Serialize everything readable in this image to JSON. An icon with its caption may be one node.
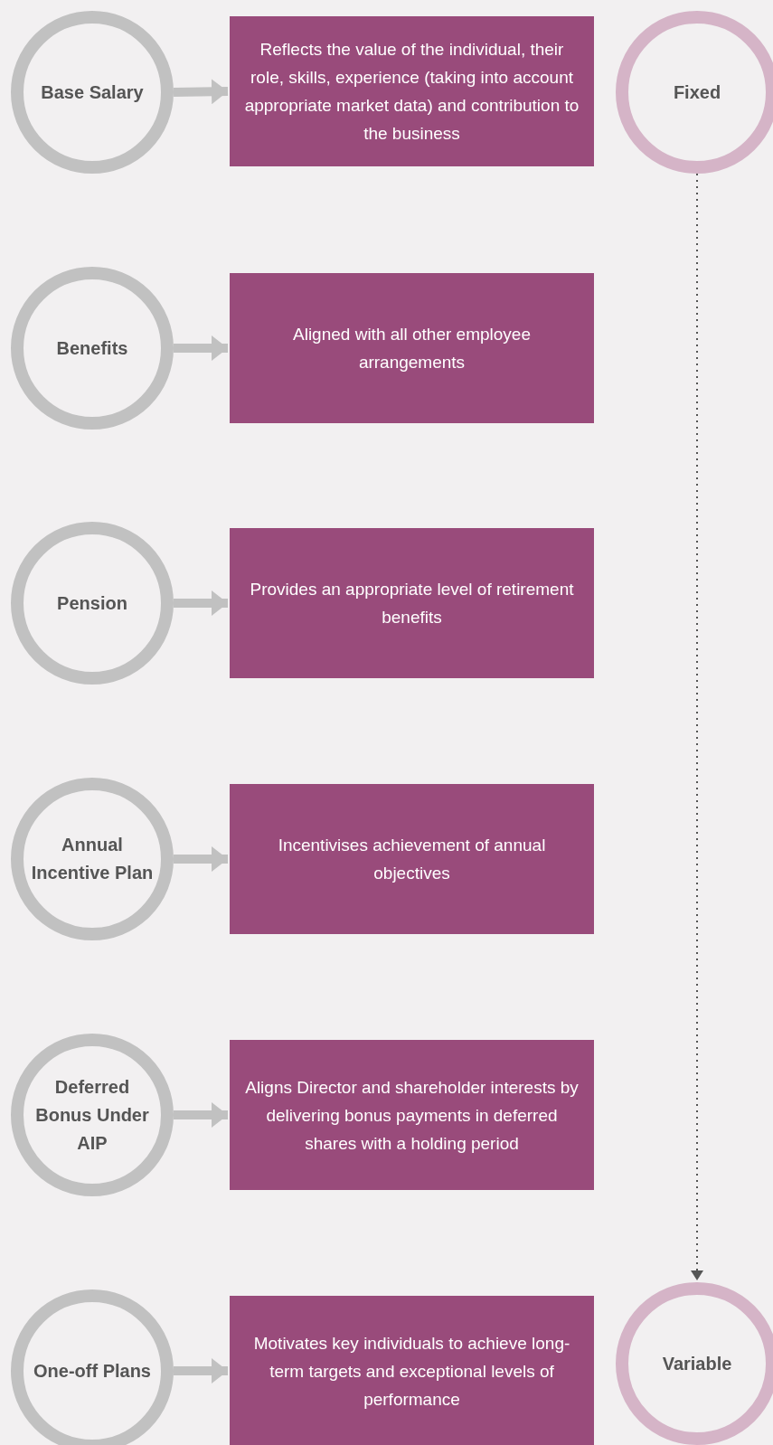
{
  "diagram": {
    "nodes": [
      {
        "text": [
          "Base Salary"
        ]
      },
      {
        "text": [
          "Reflects the value of the individual, their role, skills, experience (taking into account appropriate market data) and contribution to the business"
        ]
      },
      {
        "text": [
          "Fixed"
        ]
      },
      {
        "text": [
          "Benefits"
        ]
      },
      {
        "text": [
          "Aligned with all other employee arrangements"
        ]
      },
      {
        "text": [
          "Pension"
        ]
      },
      {
        "text": [
          "Provides an appropriate level of retirement benefits"
        ]
      },
      {
        "text": [
          "Annual Incentive Plan"
        ]
      },
      {
        "text": [
          "Incentivises achievement of annual objectives"
        ]
      },
      {
        "text": [
          "Deferred Bonus Under AIP"
        ]
      },
      {
        "text": [
          "Aligns Director and shareholder interests by delivering bonus payments in deferred shares with a holding period"
        ]
      },
      {
        "text": [
          "One-off Plans"
        ]
      },
      {
        "text": [
          "Motivates key individuals to achieve long-term targets and exceptional levels of performance"
        ]
      },
      {
        "text": [
          "Variable"
        ]
      }
    ],
    "edges": [
      {
        "from": 0,
        "to": 1,
        "arrow": "to"
      },
      {
        "from": 3,
        "to": 4,
        "arrow": "to"
      },
      {
        "from": 5,
        "to": 6,
        "arrow": "to"
      },
      {
        "from": 7,
        "to": 8,
        "arrow": "to"
      },
      {
        "from": 9,
        "to": 10,
        "arrow": "to"
      },
      {
        "from": 11,
        "to": 12,
        "arrow": "to"
      },
      {
        "from": 2,
        "to": 13,
        "arrow": "to",
        "style": "dashed",
        "color": "#555555"
      }
    ]
  }
}
